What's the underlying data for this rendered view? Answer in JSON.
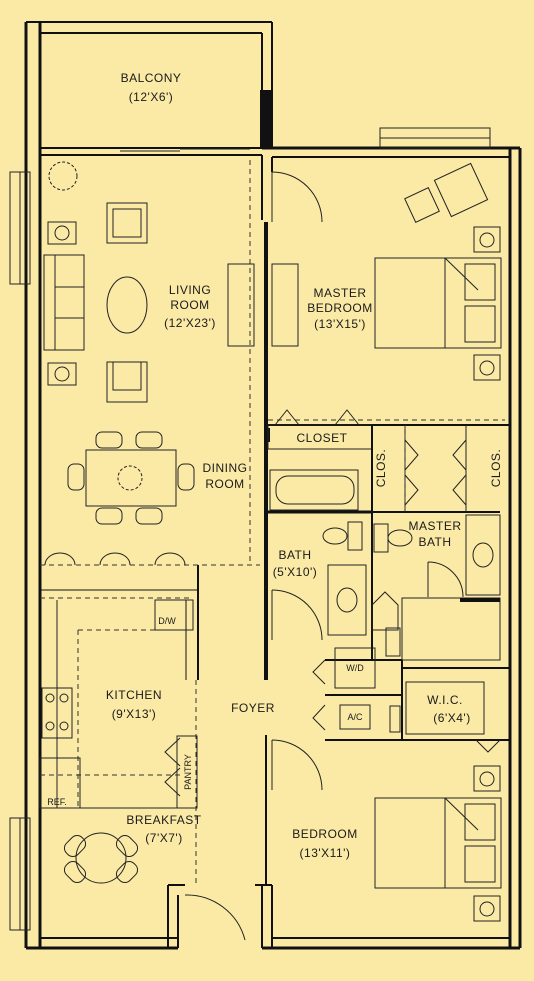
{
  "rooms": {
    "balcony": {
      "name": "BALCONY",
      "size": "(12'X6')"
    },
    "living": {
      "name1": "LIVING",
      "name2": "ROOM",
      "size": "(12'X23')"
    },
    "master_bedroom": {
      "name1": "MASTER",
      "name2": "BEDROOM",
      "size": "(13'X15')"
    },
    "dining": {
      "name1": "DINING",
      "name2": "ROOM"
    },
    "closet": {
      "name": "CLOSET"
    },
    "clos_left": {
      "name": "CLOS."
    },
    "clos_right": {
      "name": "CLOS."
    },
    "master_bath": {
      "name1": "MASTER",
      "name2": "BATH"
    },
    "bath": {
      "name": "BATH",
      "size": "(5'X10')"
    },
    "kitchen": {
      "name": "KITCHEN",
      "size": "(9'X13')"
    },
    "foyer": {
      "name": "FOYER"
    },
    "wic": {
      "name": "W.I.C.",
      "size": "(6'X4')"
    },
    "breakfast": {
      "name": "BREAKFAST",
      "size": "(7'X7')"
    },
    "bedroom": {
      "name": "BEDROOM",
      "size": "(13'X11')"
    }
  },
  "fixtures": {
    "dw": "D/W",
    "wd": "W/D",
    "ac": "A/C",
    "pantry": "PANTRY",
    "ref": "REF."
  }
}
